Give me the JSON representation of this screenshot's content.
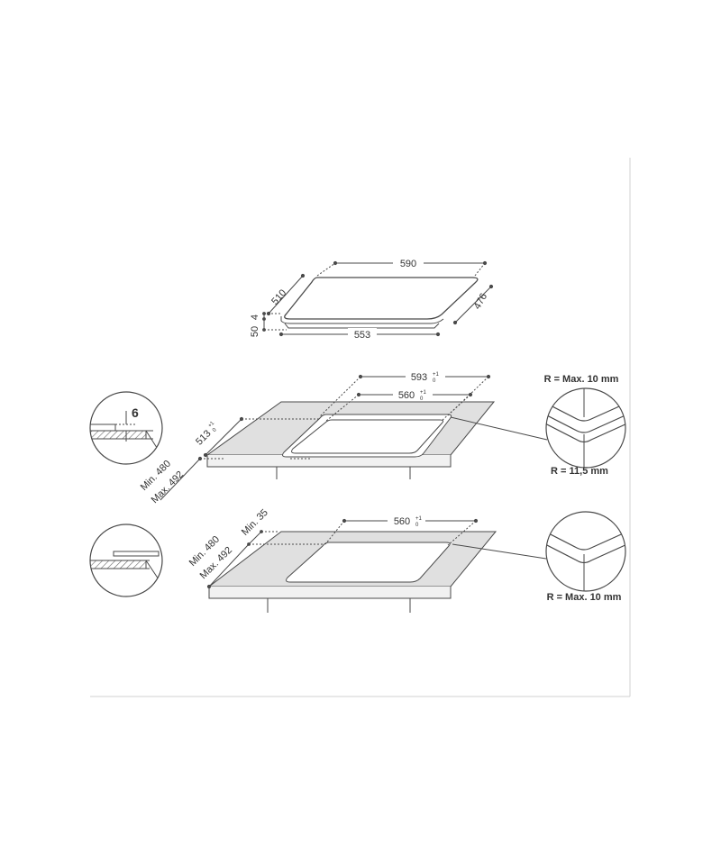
{
  "colors": {
    "line": "#4a4a4a",
    "counter_fill": "#e0e0e0",
    "hatch": "#666666",
    "text": "#333333"
  },
  "hob_dims": {
    "width_top": "590",
    "depth_left": "510",
    "height_4": "4",
    "height_50": "50",
    "depth_right": "476",
    "width_bottom": "553"
  },
  "flush_mount": {
    "width_outer": "593",
    "width_outer_tol_plus": "+1",
    "width_outer_tol_minus": "0",
    "width_cutout": "560",
    "width_cutout_tol_plus": "+1",
    "width_cutout_tol_minus": "0",
    "depth": "513",
    "depth_tol_plus": "+1",
    "depth_tol_minus": "0",
    "depth_min": "Min. 480",
    "depth_max": "Max. 492",
    "detail_value": "6",
    "radius_inner": "R = Max. 10 mm",
    "radius_outer": "R = 11,5 mm"
  },
  "standard_mount": {
    "width_cutout": "560",
    "width_cutout_tol_plus": "+1",
    "width_cutout_tol_minus": "0",
    "min_edge": "Min. 35",
    "depth_min": "Min. 480",
    "depth_max": "Max. 492",
    "radius": "R = Max. 10 mm"
  }
}
